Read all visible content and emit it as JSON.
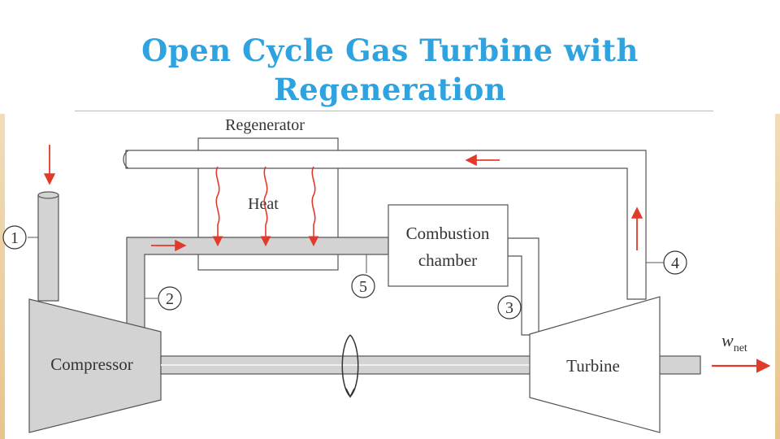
{
  "slide": {
    "title_line1": "Open Cycle Gas Turbine with",
    "title_line2": "Regeneration"
  },
  "diagram": {
    "labels": {
      "regenerator": "Regenerator",
      "heat": "Heat",
      "combustion_line1": "Combustion",
      "combustion_line2": "chamber",
      "compressor": "Compressor",
      "turbine": "Turbine",
      "wnet_main": "w",
      "wnet_sub": "net"
    },
    "states": [
      "1",
      "2",
      "3",
      "4",
      "5"
    ],
    "colors": {
      "flow_arrow": "#e23a2a",
      "component_fill": "#d3d3d3",
      "outline": "#555555",
      "title": "#2ea3e0"
    }
  }
}
